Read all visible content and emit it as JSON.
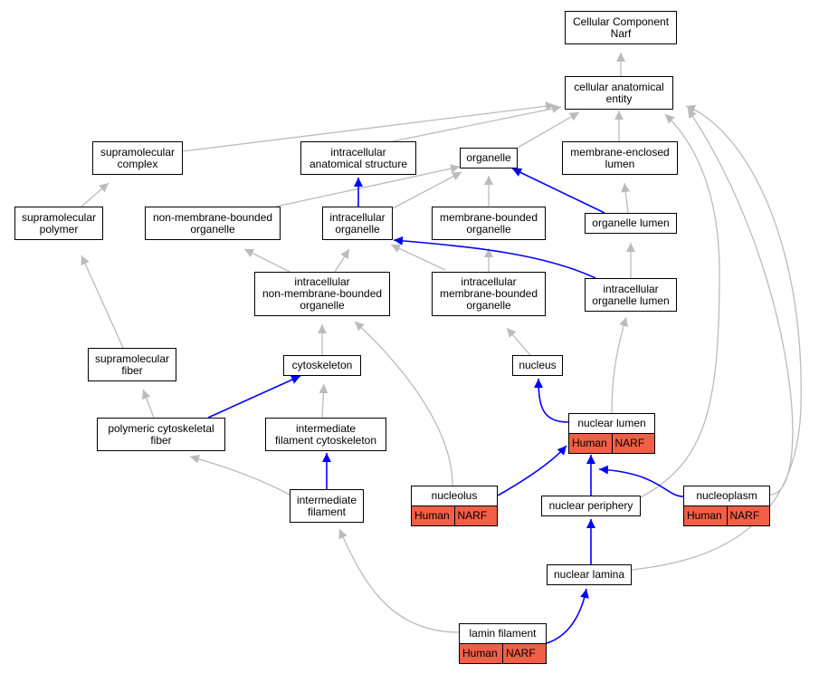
{
  "colors": {
    "is_a_edge": "#bbbbbb",
    "part_of_edge": "#0000ff",
    "annotation_badge": "#f15f46",
    "node_border": "#000000"
  },
  "nodes": {
    "cellular_component_narf": [
      "Cellular Component",
      "Narf"
    ],
    "cellular_anatomical_entity": [
      "cellular anatomical",
      "entity"
    ],
    "supramolecular_complex": [
      "supramolecular",
      "complex"
    ],
    "intracellular_anatomical_structure": [
      "intracellular",
      "anatomical structure"
    ],
    "organelle": [
      "organelle"
    ],
    "membrane_enclosed_lumen": [
      "membrane-enclosed",
      "lumen"
    ],
    "supramolecular_polymer": [
      "supramolecular",
      "polymer"
    ],
    "non_membrane_bounded_organelle": [
      "non-membrane-bounded",
      "organelle"
    ],
    "intracellular_organelle": [
      "intracellular",
      "organelle"
    ],
    "membrane_bounded_organelle": [
      "membrane-bounded",
      "organelle"
    ],
    "organelle_lumen": [
      "organelle lumen"
    ],
    "intracellular_non_membrane_bounded_organelle": [
      "intracellular",
      "non-membrane-bounded",
      "organelle"
    ],
    "intracellular_membrane_bounded_organelle": [
      "intracellular",
      "membrane-bounded",
      "organelle"
    ],
    "intracellular_organelle_lumen": [
      "intracellular",
      "organelle lumen"
    ],
    "supramolecular_fiber": [
      "supramolecular",
      "fiber"
    ],
    "cytoskeleton": [
      "cytoskeleton"
    ],
    "nucleus": [
      "nucleus"
    ],
    "polymeric_cytoskeletal_fiber": [
      "polymeric cytoskeletal",
      "fiber"
    ],
    "intermediate_filament_cytoskeleton": [
      "intermediate",
      "filament cytoskeleton"
    ],
    "nuclear_lumen": [
      "nuclear lumen"
    ],
    "intermediate_filament": [
      "intermediate",
      "filament"
    ],
    "nucleolus": [
      "nucleolus"
    ],
    "nuclear_periphery": [
      "nuclear periphery"
    ],
    "nucleoplasm": [
      "nucleoplasm"
    ],
    "nuclear_lamina": [
      "nuclear lamina"
    ],
    "lamin_filament": [
      "lamin filament"
    ]
  },
  "annotations": {
    "nuclear_lumen": [
      "Human",
      "NARF"
    ],
    "nucleolus": [
      "Human",
      "NARF"
    ],
    "nucleoplasm": [
      "Human",
      "NARF"
    ],
    "lamin_filament": [
      "Human",
      "NARF"
    ]
  }
}
